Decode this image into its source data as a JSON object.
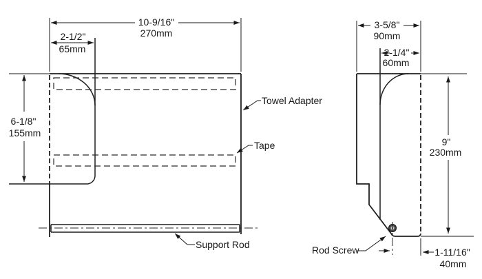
{
  "drawing": {
    "kind": "towel-adapter-dimension-drawing",
    "colors": {
      "line": "#1f1f1f",
      "background": "#ffffff"
    },
    "front": {
      "width_in": "10-9/16\"",
      "width_mm": "270mm",
      "flange_in": "2-1/2\"",
      "flange_mm": "65mm",
      "height_in": "6-1/8\"",
      "height_mm": "155mm",
      "label_towel_adapter": "Towel Adapter",
      "label_tape": "Tape",
      "label_support_rod": "Support Rod"
    },
    "side": {
      "depth_in": "3-5/8\"",
      "depth_mm": "90mm",
      "inset_in": "2-1/4\"",
      "inset_mm": "60mm",
      "height_in": "9\"",
      "height_mm": "230mm",
      "rod_offset_in": "1-11/16\"",
      "rod_offset_mm": "40mm",
      "label_rod_screw": "Rod Screw"
    }
  }
}
